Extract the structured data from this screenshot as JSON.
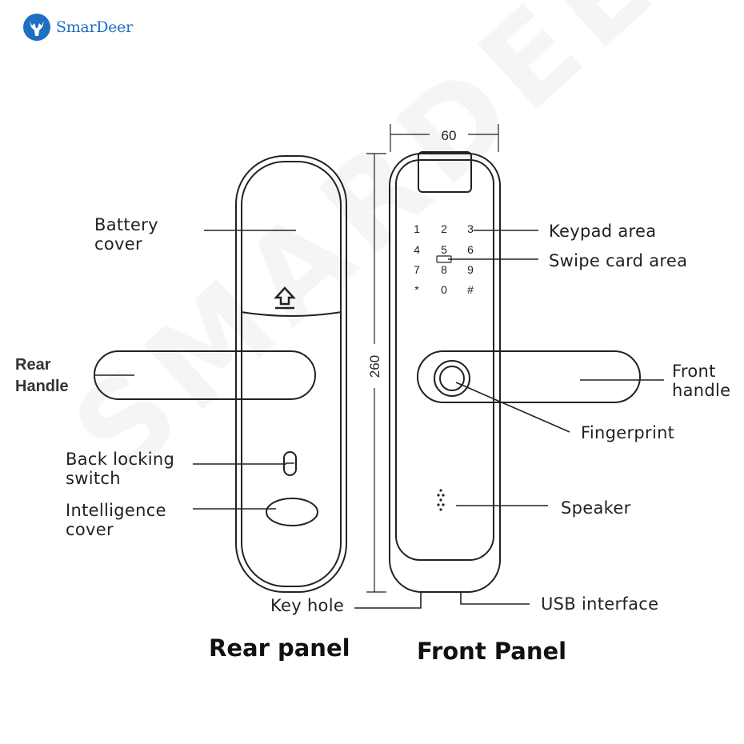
{
  "brand": {
    "name": "SmarDeer",
    "color": "#1d6fc4",
    "icon": "deer-logo-icon"
  },
  "watermark": "SMARDEER",
  "dimensions": {
    "width": "60",
    "height": "260"
  },
  "keypad": [
    "1",
    "2",
    "3",
    "4",
    "5",
    "6",
    "7",
    "8",
    "9",
    "*",
    "0",
    "#"
  ],
  "labels": {
    "battery_cover": [
      "Battery",
      "cover"
    ],
    "rear_handle": [
      "Rear",
      "Handle"
    ],
    "back_locking_switch": [
      "Back locking",
      "switch"
    ],
    "intelligence_cover": [
      "Intelligence",
      "cover"
    ],
    "key_hole": "Key hole",
    "keypad_area": "Keypad area",
    "swipe_card_area": "Swipe card area",
    "front_handle": [
      "Front",
      "handle"
    ],
    "fingerprint": "Fingerprint",
    "speaker": "Speaker",
    "usb_interface": "USB interface"
  },
  "titles": {
    "rear": "Rear panel",
    "front": "Front Panel"
  }
}
